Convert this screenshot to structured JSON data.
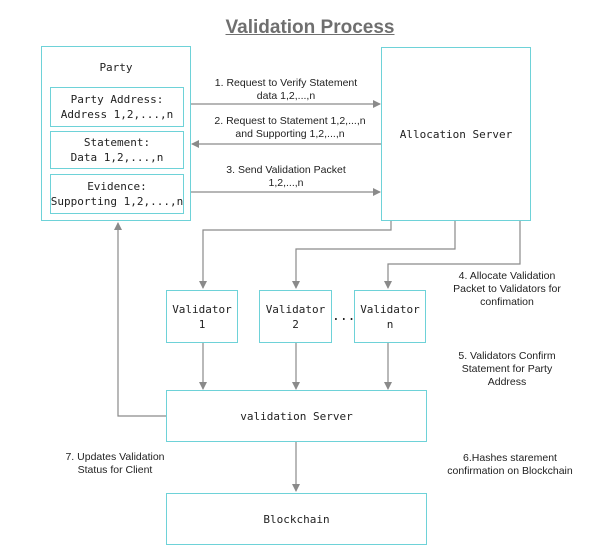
{
  "title": "Validation Process",
  "party": {
    "title": "Party",
    "address_line1": "Party Address:",
    "address_line2": "Address 1,2,...,n",
    "statement_line1": "Statement:",
    "statement_line2": "Data 1,2,...,n",
    "evidence_line1": "Evidence:",
    "evidence_line2": "Supporting 1,2,...,n"
  },
  "allocation_server": "Allocation Server",
  "validators": {
    "v1_line1": "Validator",
    "v1_line2": "1",
    "v2_line1": "Validator",
    "v2_line2": "2",
    "ellipsis": "...",
    "vn_line1": "Validator",
    "vn_line2": "n"
  },
  "validation_server": "validation Server",
  "blockchain": "Blockchain",
  "steps": {
    "s1_line1": "1. Request to Verify Statement",
    "s1_line2": "data 1,2,...,n",
    "s2_line1": "2. Request to Statement 1,2,...,n",
    "s2_line2": "and Supporting 1,2,...,n",
    "s3_line1": "3. Send Validation Packet",
    "s3_line2": "1,2,...,n",
    "s4_line1": "4. Allocate Validation",
    "s4_line2": "Packet to Validators for",
    "s4_line3": "confimation",
    "s5_line1": "5. Validators Confirm",
    "s5_line2": "Statement for Party",
    "s5_line3": "Address",
    "s6_line1": "6.Hashes starement",
    "s6_line2": "confirmation on Blockchain",
    "s7_line1": "7. Updates Validation",
    "s7_line2": "Status for Client"
  },
  "colors": {
    "box_border": "#6ed2d8",
    "arrow": "#8a8a8a",
    "title": "#6f6f6f"
  }
}
